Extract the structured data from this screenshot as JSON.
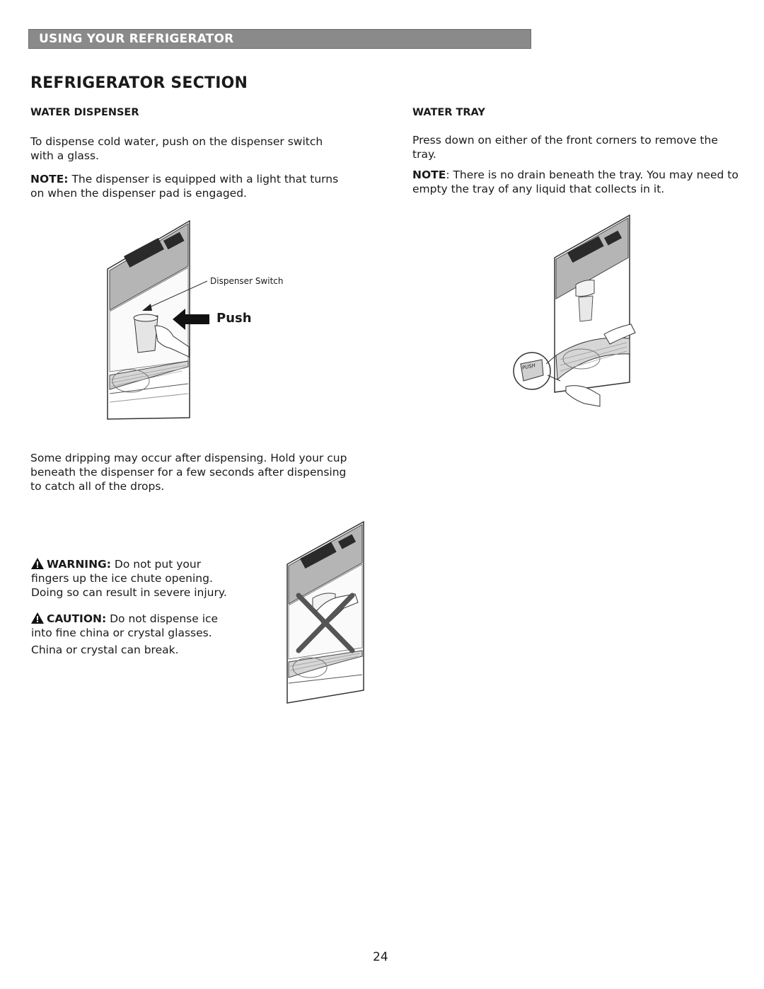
{
  "banner": {
    "label": "USING YOUR REFRIGERATOR"
  },
  "section_title": "REFRIGERATOR SECTION",
  "water_dispenser": {
    "heading": "WATER DISPENSER",
    "para1": "To dispense cold water, push on the dispenser switch with a glass.",
    "note_label": "NOTE:",
    "note_text": " The dispenser is equipped with a light that turns on when the dispenser pad is engaged.",
    "figure_caption": "Dispenser Switch",
    "push_label": "Push",
    "para2": "Some dripping may occur after dispensing. Hold your cup beneath the dispenser for a few seconds after dispensing to catch all of the drops."
  },
  "water_tray": {
    "heading": "WATER TRAY",
    "para1": "Press down on either of the front corners to remove the tray.",
    "note_label": "NOTE",
    "note_text": ": There is no drain beneath the tray. You may need to empty the tray of any liquid that collects in it.",
    "tray_push_label": "PUSH"
  },
  "warning": {
    "label": "WARNING:",
    "text_line1": " Do not put your",
    "text_line2": "fingers up the ice chute opening.",
    "text_line3": "Doing so can result in severe injury."
  },
  "caution": {
    "label": "CAUTION:",
    "text_line1": " Do not dispense ice",
    "text_line2": "into fine china or crystal glasses.",
    "text_line3": "China or crystal can break."
  },
  "page_number": "24",
  "colors": {
    "banner": "#8a8a8a",
    "panel": "#b5b5b5",
    "text": "#1a1a1a"
  }
}
